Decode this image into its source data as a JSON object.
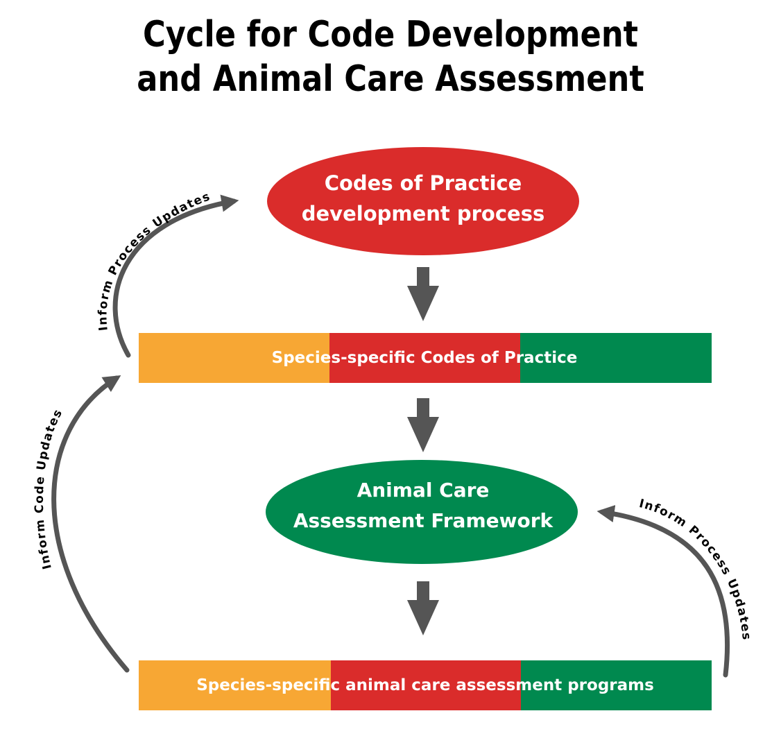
{
  "title": {
    "line1": "Cycle for Code Development",
    "line2": "and Animal Care Assessment"
  },
  "nodes": {
    "codes_process": {
      "line1": "Codes of Practice",
      "line2": "development process"
    },
    "species_codes": {
      "label": "Species-specific Codes of Practice"
    },
    "assessment_framework": {
      "line1": "Animal Care",
      "line2": "Assessment Framework"
    },
    "assessment_programs": {
      "label": "Species-specific animal care assessment programs"
    }
  },
  "loops": {
    "top_left": "Inform Process Updates",
    "left": "Inform Code Updates",
    "right": "Inform Process Updates"
  },
  "colors": {
    "red": "#DA2C2B",
    "green": "#00894F",
    "orange": "#F7A734",
    "arrow": "#555555",
    "text_dark": "#000000",
    "text_light": "#FFFFFF"
  }
}
